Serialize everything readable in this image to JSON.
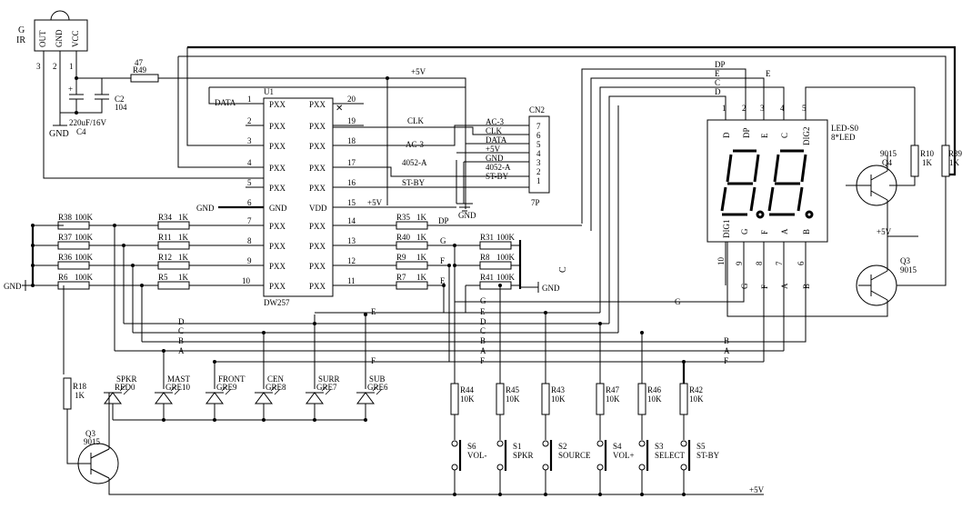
{
  "ir": {
    "left": "G",
    "left2": "IR",
    "pins": [
      "OUT",
      "GND",
      "VCC"
    ],
    "pin_numbers": [
      "3",
      "2",
      "1"
    ]
  },
  "caps": {
    "c4": {
      "value": "220uF/16V",
      "name": "C4"
    },
    "c2": {
      "name": "C2",
      "value": "104"
    },
    "gnd": "GND"
  },
  "r49": {
    "value": "47",
    "name": "R49"
  },
  "supply": "+5V",
  "u1": {
    "name": "U1",
    "part": "DW257",
    "pin_label": "PXX",
    "left_labels": [
      "DATA",
      "",
      "",
      "",
      "",
      "",
      "",
      "",
      "",
      ""
    ],
    "left_nums": [
      "1",
      "2",
      "3",
      "4",
      "5",
      "6",
      "7",
      "8",
      "9",
      "10"
    ],
    "center_left": [
      "PXX",
      "PXX",
      "PXX",
      "PXX",
      "PXX",
      "GND",
      "PXX",
      "PXX",
      "PXX",
      "PXX"
    ],
    "center_right": [
      "PXX",
      "PXX",
      "PXX",
      "PXX",
      "PXX",
      "VDD",
      "PXX",
      "PXX",
      "PXX",
      "PXX"
    ],
    "right_nums": [
      "20",
      "19",
      "18",
      "17",
      "16",
      "15",
      "14",
      "13",
      "12",
      "11"
    ]
  },
  "right_nets": [
    {
      "label": "CLK"
    },
    {
      "label": "AC-3"
    },
    {
      "label": "4052-A"
    },
    {
      "label": "ST-BY"
    },
    {
      "label": "+5V"
    }
  ],
  "gnd_left": "GND",
  "cn2": {
    "name": "CN2",
    "type": "7P",
    "pins": [
      "7",
      "6",
      "5",
      "4",
      "3",
      "2",
      "1"
    ],
    "nets": [
      "AC-3",
      "CLK",
      "DATA",
      "+5V",
      "GND",
      "4052-A",
      "ST-BY"
    ],
    "gnd": "GND"
  },
  "series_res": [
    {
      "name": "R34",
      "value": "1K"
    },
    {
      "name": "R11",
      "value": "1K"
    },
    {
      "name": "R12",
      "value": "1K"
    },
    {
      "name": "R5",
      "value": "1K"
    }
  ],
  "pullups_left": [
    {
      "name": "R38",
      "value": "100K"
    },
    {
      "name": "R37",
      "value": "100K"
    },
    {
      "name": "R36",
      "value": "100K"
    },
    {
      "name": "R6",
      "value": "100K"
    }
  ],
  "out_res": [
    {
      "name": "R35",
      "value": "1K",
      "net": "DP"
    },
    {
      "name": "R40",
      "value": "1K",
      "net": "G"
    },
    {
      "name": "R9",
      "value": "1K",
      "net": "F"
    },
    {
      "name": "R7",
      "value": "1K",
      "net": "E"
    }
  ],
  "mid_res": [
    {
      "name": "R31",
      "value": "100K"
    },
    {
      "name": "R8",
      "value": "100K"
    },
    {
      "name": "R41",
      "value": "100K"
    }
  ],
  "mid_labels": {
    "c": "C",
    "gnd": "GND"
  },
  "bus_labels": [
    "G",
    "E",
    "D",
    "C",
    "B",
    "A",
    "F"
  ],
  "top_bus": [
    "DP",
    "E",
    "C",
    "D"
  ],
  "display": {
    "name": "LED-S0",
    "type": "8*LED",
    "top_pins": [
      "1",
      "2",
      "3",
      "4",
      "5"
    ],
    "top_labels": [
      "D",
      "DP",
      "E",
      "C",
      "DIG2"
    ],
    "bottom_labels": [
      "DIG1",
      "G",
      "F",
      "A",
      "B"
    ],
    "bottom_pins": [
      "10",
      "9",
      "8",
      "7",
      "6"
    ],
    "bottom_outer": [
      "G",
      "F",
      "A",
      "B"
    ]
  },
  "q4": {
    "part": "9015",
    "name": "Q4"
  },
  "q3r": {
    "name": "Q3",
    "part": "9015"
  },
  "r10": {
    "name": "R10",
    "value": "1K"
  },
  "r39": {
    "name": "R39",
    "value": "1K"
  },
  "right_bus": [
    "G",
    "B",
    "A",
    "F"
  ],
  "r18": {
    "name": "R18",
    "value": "1K"
  },
  "q3l": {
    "name": "Q3",
    "part": "9015"
  },
  "leds": [
    {
      "name": "SPKR",
      "part": "RED0"
    },
    {
      "name": "MAST",
      "part": "GRE10"
    },
    {
      "name": "FRONT",
      "part": "GRE9"
    },
    {
      "name": "CEN",
      "part": "GRE8"
    },
    {
      "name": "SURR",
      "part": "GRE7"
    },
    {
      "name": "SUB",
      "part": "GRE6"
    }
  ],
  "key_res": [
    {
      "name": "R44",
      "value": "10K"
    },
    {
      "name": "R45",
      "value": "10K"
    },
    {
      "name": "R43",
      "value": "10K"
    },
    {
      "name": "R47",
      "value": "10K"
    },
    {
      "name": "R46",
      "value": "10K"
    },
    {
      "name": "R42",
      "value": "10K"
    }
  ],
  "switches": [
    {
      "name": "S6",
      "label": "VOL-"
    },
    {
      "name": "S1",
      "label": "SPKR"
    },
    {
      "name": "S2",
      "label": "SOURCE"
    },
    {
      "name": "S4",
      "label": "VOL+"
    },
    {
      "name": "S3",
      "label": "SELECT"
    },
    {
      "name": "S5",
      "label": "ST-BY"
    }
  ],
  "bottom_supply": "+5V"
}
